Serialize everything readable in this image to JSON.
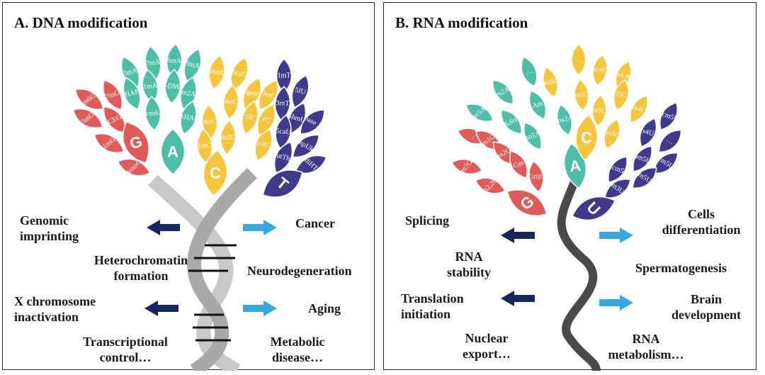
{
  "panel_a": {
    "title": "A. DNA modification",
    "letters": {
      "g": "G",
      "a": "A",
      "c": "C",
      "t": "T"
    },
    "g_leaves": [
      "m6G",
      "7mG",
      "3mG",
      "CEG",
      "1mG",
      "8oxoG"
    ],
    "a_leaves": [
      "3mA",
      "7mA",
      "6mA",
      "9mA",
      "1mA",
      "HAP",
      "6-DMA",
      "m2A",
      "ncm6A",
      "AHAP"
    ],
    "c_leaves": [
      "5hmC",
      "5caC",
      "5gmC",
      "5mC",
      "3mC",
      "4mC",
      "5fC",
      "m2C",
      "ε3C",
      "1mC",
      "εC"
    ],
    "t_leaves": [
      "1mT",
      "5fU",
      "3mT",
      "base J",
      "5hmU",
      "5caU",
      "dhpUka",
      "putThy",
      "diHT"
    ],
    "left_labels": [
      "Genomic\nimprinting",
      "Heterochromatin\nformation",
      "X chromosome\ninactivation",
      "Transcriptional\ncontrol…"
    ],
    "right_labels": [
      "Cancer",
      "Neurodegeneration",
      "Aging",
      "Metabolic\ndisease…"
    ]
  },
  "panel_b": {
    "title": "B. RNA modification",
    "letters": {
      "g": "G",
      "a": "A",
      "c": "C",
      "u": "U"
    },
    "g_leaves": [
      "…",
      "m1G",
      "m7G",
      "m2G",
      "Gm",
      "m2,2G",
      "Gr(p)"
    ],
    "a_leaves": [
      "…",
      "m2A",
      "ac5A",
      "Am",
      "m6,6mA",
      "ms2A",
      "hn5A",
      "m6A"
    ],
    "c_leaves": [
      "…",
      "hm5C",
      "ac4C",
      "m4,4C",
      "m3C",
      "m5C",
      "f5C",
      "m4C",
      "ho5C"
    ],
    "u_leaves": [
      "ncm5U",
      "s4U",
      "…",
      "mcm5U",
      "hm5U",
      "cm5U",
      "m5U",
      "m3U"
    ],
    "left_labels": [
      "Splicing",
      "RNA\nstability",
      "Translation\ninitiation",
      "Nuclear\nexport…"
    ],
    "right_labels": [
      "Cells\ndifferentiation",
      "Spermatogenesis",
      "Brain\ndevelopment",
      "RNA\nmetabolism…"
    ]
  },
  "colors": {
    "g": "#e05a5a",
    "a": "#4cbfa6",
    "c": "#f5c63c",
    "t": "#3f3a8c",
    "arrow_dark": "#14275e",
    "arrow_light": "#36a9e0",
    "helix": "#bdbdbd",
    "rna": "#4a4a4a"
  }
}
